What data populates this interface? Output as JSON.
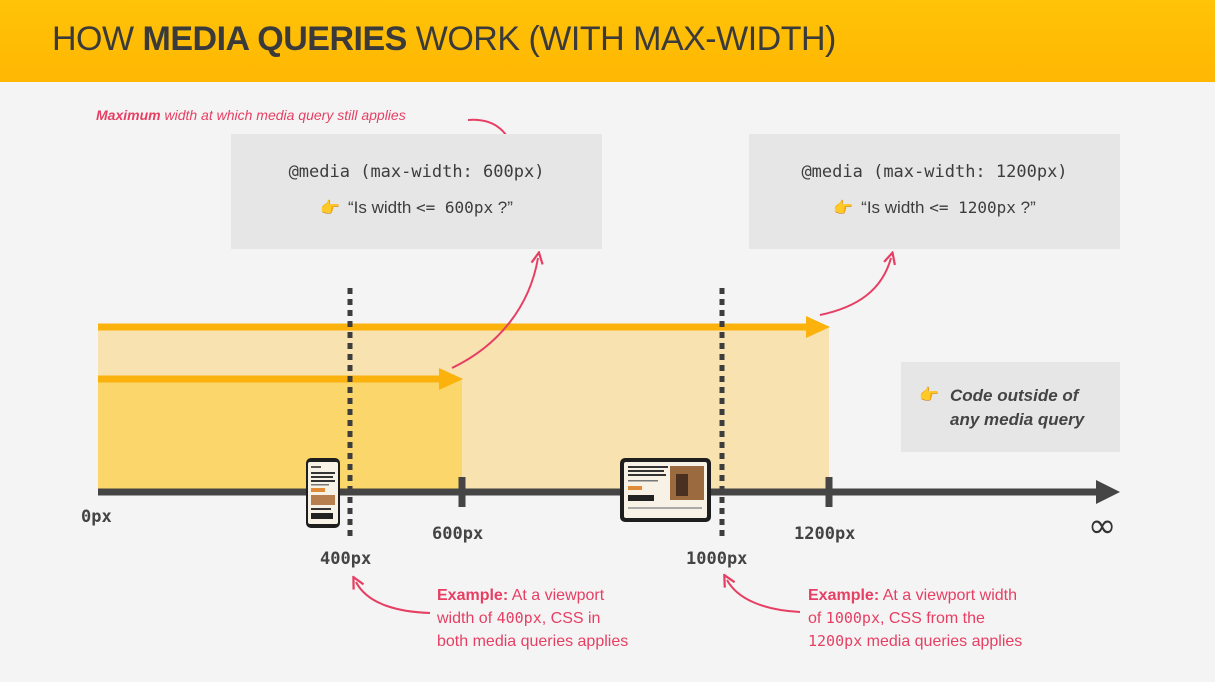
{
  "header": {
    "title_pre": "HOW ",
    "title_bold": "MEDIA QUERIES",
    "title_post": " WORK (WITH MAX-WIDTH)"
  },
  "annotation_top": {
    "bold": "Maximum",
    "rest": " width at which media query still applies"
  },
  "box_600": {
    "code": "@media (max-width: 600px)",
    "question_pre": "“Is width ",
    "question_mono": "<= 600px",
    "question_post": " ?”",
    "icon": "pointing-hand-icon"
  },
  "box_1200": {
    "code": "@media (max-width: 1200px)",
    "question_pre": "“Is width ",
    "question_mono": "<= 1200px",
    "question_post": " ?”",
    "icon": "pointing-hand-icon"
  },
  "outside_box": {
    "line1": "Code outside of",
    "line2": "any media query",
    "icon": "pointing-hand-icon"
  },
  "axis": {
    "start": "0px",
    "marks": [
      "400px",
      "600px",
      "1000px",
      "1200px"
    ],
    "end": "∞"
  },
  "example_400": {
    "bold": "Example:",
    "l1": " At a viewport",
    "l2_pre": "width of ",
    "l2_mono": "400px",
    "l2_post": ", CSS in",
    "l3": "both media queries applies"
  },
  "example_1000": {
    "bold": "Example:",
    "l1": " At a viewport width",
    "l2_pre": "of ",
    "l2_mono": "1000px",
    "l2_post": ", CSS from the",
    "l3_mono": "1200px",
    "l3_post": " media queries applies"
  },
  "colors": {
    "header": "#ffbe05",
    "bar": "#fbb20d",
    "range_600": "#fbd76b",
    "range_1200": "#f8e2b0",
    "axis": "#454545",
    "annotation": "#e63f63",
    "box": "#e6e6e6"
  }
}
